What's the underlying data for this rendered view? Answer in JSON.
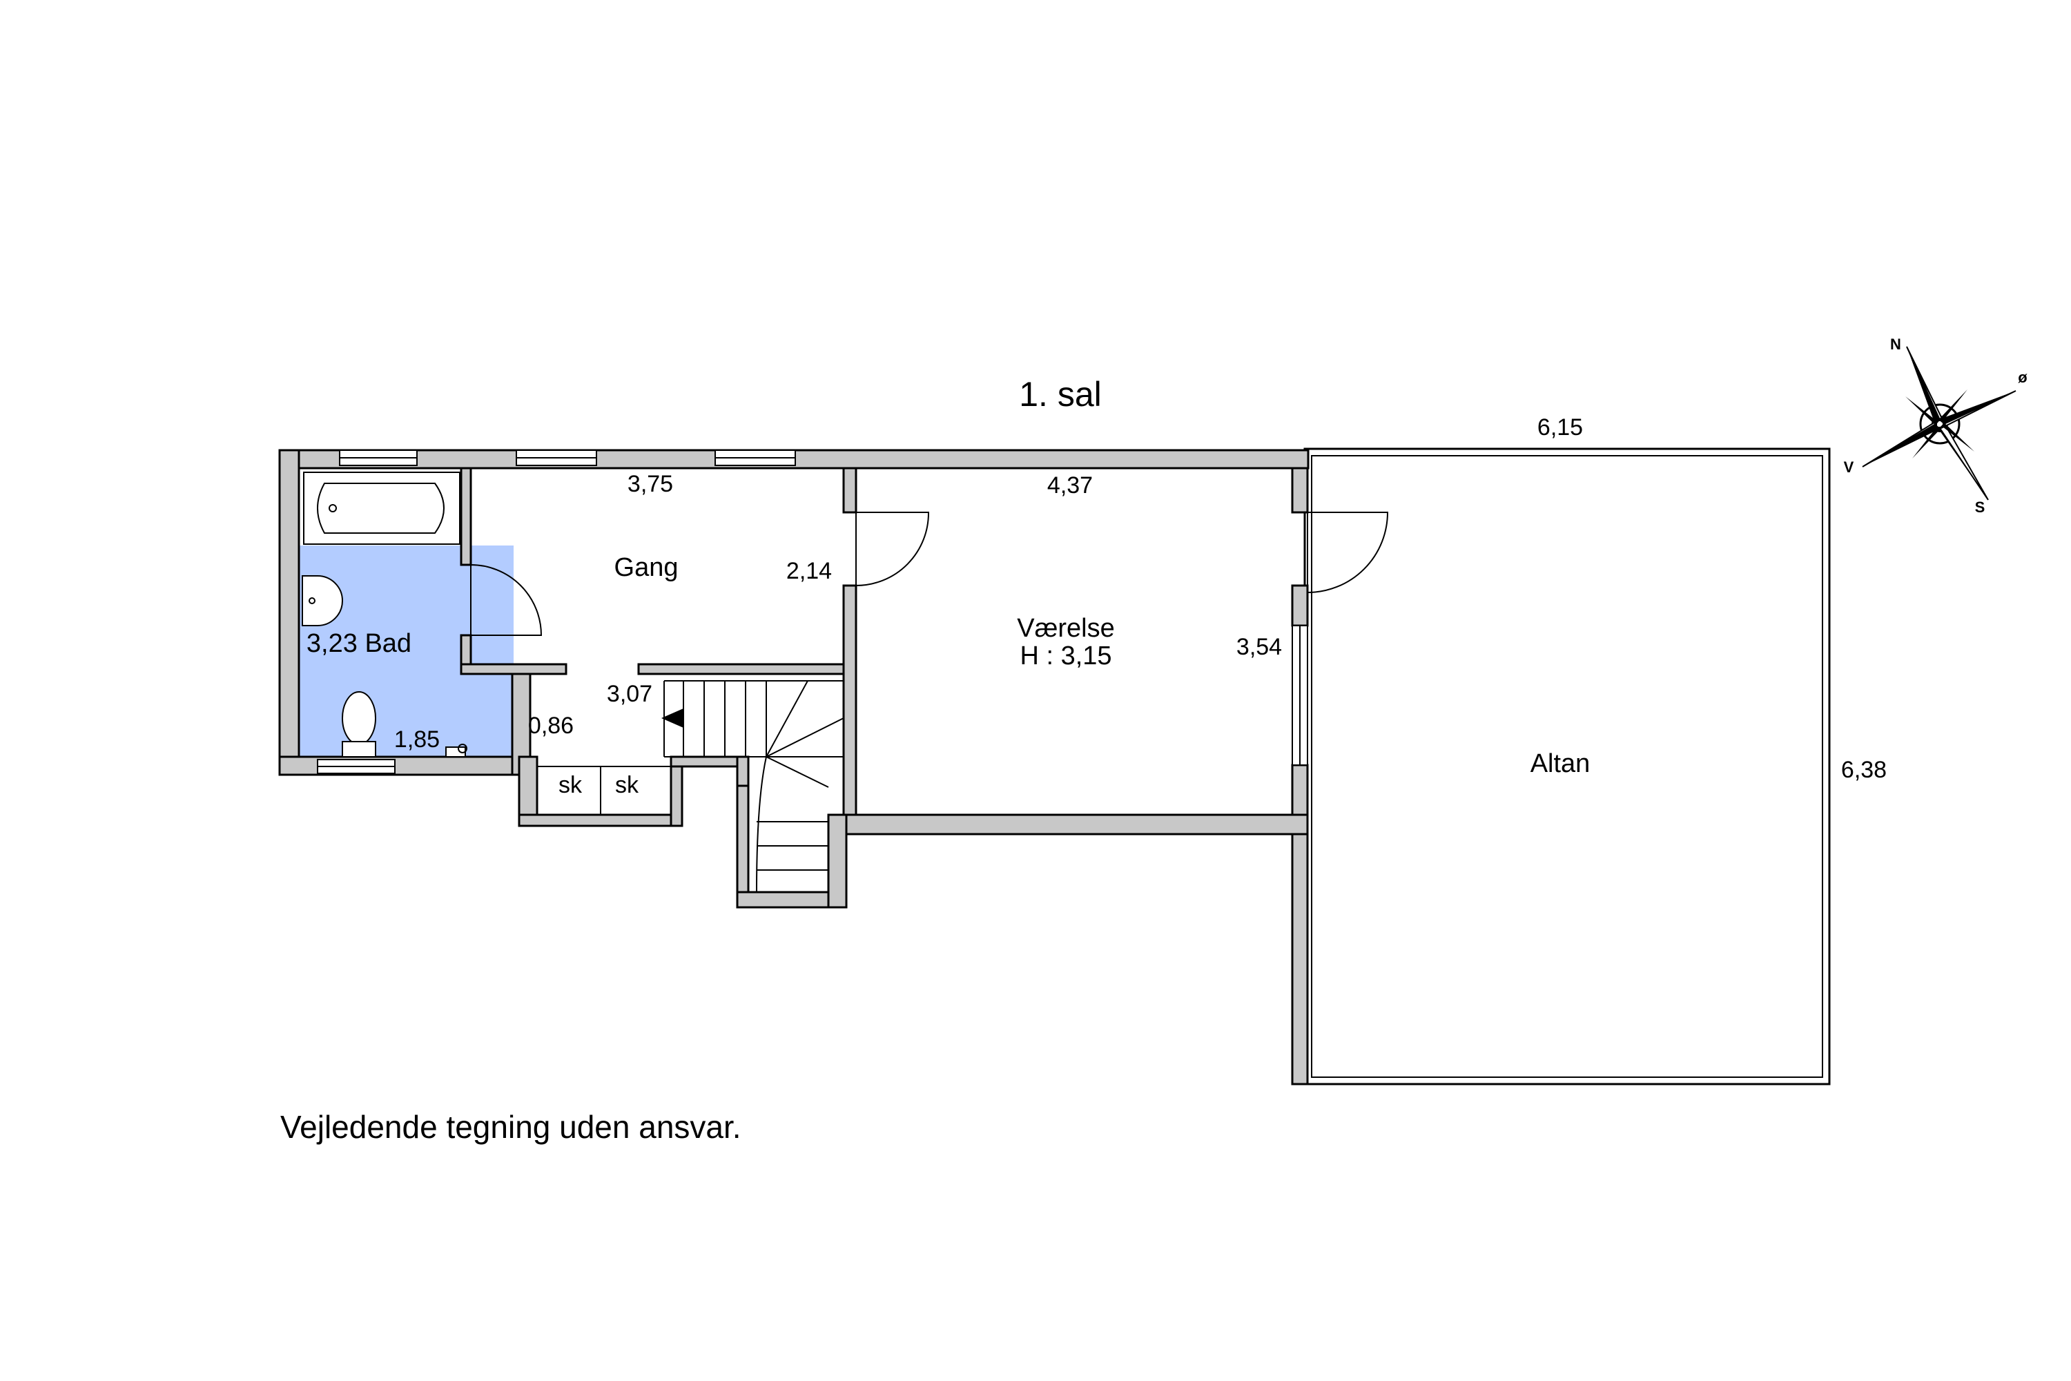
{
  "title": "1. sal",
  "disclaimer": "Vejledende tegning uden ansvar.",
  "compass": {
    "n": "N",
    "e": "ø",
    "s": "S",
    "w": "V"
  },
  "rooms": {
    "bad": "3,23 Bad",
    "gang": "Gang",
    "vaerelse": "Værelse",
    "vaerelse_height": "H : 3,15",
    "altan": "Altan",
    "sk1": "sk",
    "sk2": "sk"
  },
  "dimensions": {
    "d_375": "3,75",
    "d_214": "2,14",
    "d_307": "3,07",
    "d_086": "0,86",
    "d_185": "1,85",
    "d_437": "4,37",
    "d_354": "3,54",
    "d_615": "6,15",
    "d_638": "6,38"
  },
  "colors": {
    "bathroom": "#b3ccff",
    "wall": "#c8c8c8"
  }
}
